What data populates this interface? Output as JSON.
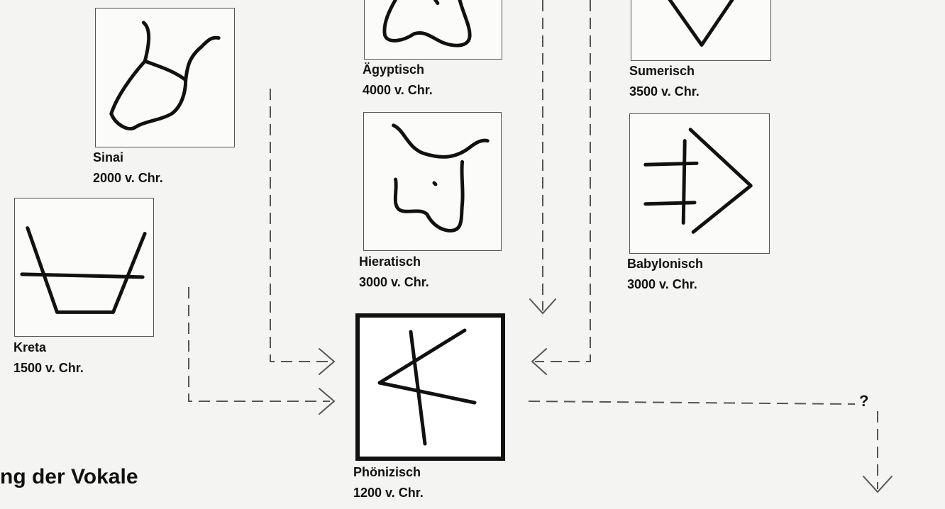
{
  "scripts": [
    {
      "id": "aegyptisch",
      "name": "Ägyptisch",
      "date": "4000 v. Chr."
    },
    {
      "id": "sumerisch",
      "name": "Sumerisch",
      "date": "3500 v. Chr."
    },
    {
      "id": "sinai",
      "name": "Sinai",
      "date": "2000 v. Chr."
    },
    {
      "id": "hieratisch",
      "name": "Hieratisch",
      "date": "3000 v. Chr."
    },
    {
      "id": "babylonisch",
      "name": "Babylonisch",
      "date": "3000 v. Chr."
    },
    {
      "id": "kreta",
      "name": "Kreta",
      "date": "1500 v. Chr."
    },
    {
      "id": "phoenizisch",
      "name": "Phönizisch",
      "date": "1200 v. Chr."
    }
  ],
  "unknown_marker": "?",
  "section_heading": "ng der Vokale",
  "colors": {
    "ink": "#111111",
    "paper": "#f4f4f2"
  }
}
